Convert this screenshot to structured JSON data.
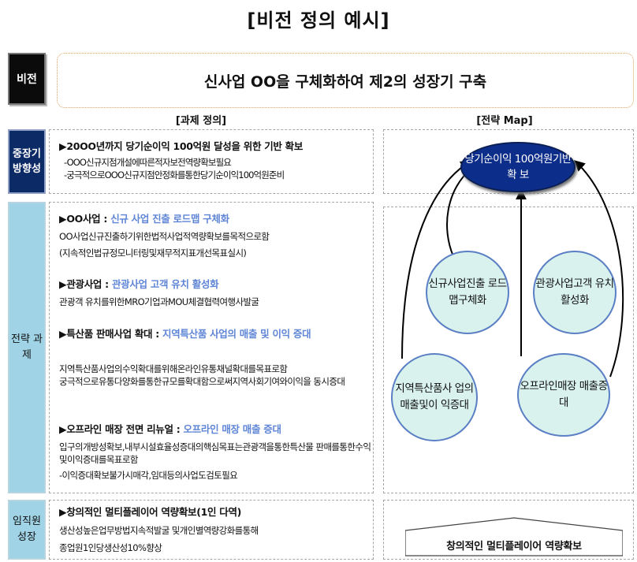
{
  "title": "[비전 정의 예시]",
  "labels": {
    "vision": "비전",
    "direction": "중장기 방향성",
    "tasks": "전략 과제",
    "growth": "임직원 성장"
  },
  "vision_text": "신사업 OO을 구체화하여 제2의 성장기 구축",
  "headers": {
    "task_def": "[과제 정의]",
    "strategy_map": "[전략 Map]"
  },
  "direction": {
    "head": "▶20OO년까지 당기순이익 100억원 달성을 위한 기반 확보",
    "lines": [
      "-OOO신규지점개설에따른적자보전역량확보필요",
      "-궁극적으로OOO신규지점안정화를통한당기순이익100억원준비"
    ]
  },
  "tasks": [
    {
      "head_plain": "▶OO사업 :",
      "head_accent": "신규 사업 진출 로드맵 구체화",
      "lines": [
        "OO사업신규진출하기위한법적사업적역량확보를목적으로함",
        "(지속적인법규정모니터링및재무적지표개선목표실시)"
      ]
    },
    {
      "head_plain": "▶관광사업 :",
      "head_accent": "관광사업 고객 유치 활성화",
      "lines": [
        "관광객 유치를위한MRO기업과MOU체결협력여행사발굴"
      ]
    },
    {
      "head_plain": "▶특산품 판매사업 확대 :",
      "head_accent": "지역특산품 사업의 매출 및 이익 증대",
      "lines": [
        "지역특산품사업의수익확대를위해온라인유통채널확대를목표로함",
        "궁극적으로유통다양화를통한규모를확대함으로써지역사회기여와이익을 동시증대"
      ]
    },
    {
      "head_plain": "▶오프라인 매장 전면 리뉴얼 :",
      "head_accent": "오프라인 매장 매출 증대",
      "lines": [
        "입구의개방성확보,내부시설효율성증대의핵심목표는관광객을통한특산물 판매를통한수익및이익증대를목표로함",
        " -이익증대확보불가시매각,임대등의사업도검토필요"
      ]
    }
  ],
  "growth": {
    "head": "▶창의적인 멀티플레이어 역량확보(1인 다역)",
    "lines": [
      "생산성높은업무방법지속적발굴 및개인별역량강화를통해",
      "종업원1인당생산성10%향상"
    ]
  },
  "map": {
    "goal": "당기순이익 100억원기반확 보",
    "nodes": {
      "new_biz": "신규사업진출 로드맵구체화",
      "tourism": "관광사업고객 유치활성화",
      "specialty": "지역특산품사 업의매출및이 익증대",
      "offline": "오프라인매장 매출증대"
    },
    "base": "창의적인 멀티플레이어 역량확보"
  },
  "colors": {
    "accent_text": "#5f85d6",
    "goal_node": "#0d2d8a",
    "node_fill": "#d9f2ee",
    "dir_label": "#0c2a66",
    "task_label": "#9fd3e5"
  }
}
